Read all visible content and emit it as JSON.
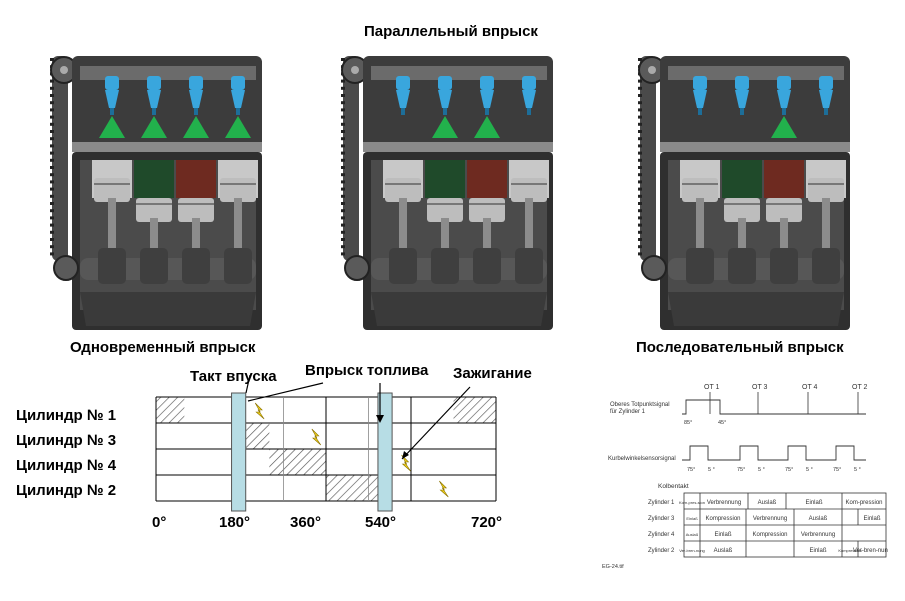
{
  "title_parallel": "Параллельный впрыск",
  "label_simultaneous": "Одновременный впрыск",
  "label_sequential": "Последовательный впрыск",
  "engines": [
    {
      "cylinder_colors": [
        "#c8c8c8",
        "#1f4a2a",
        "#6e2a20",
        "#c8c8c8"
      ],
      "injector_cones": [
        true,
        true,
        true,
        true
      ]
    },
    {
      "cylinder_colors": [
        "#c8c8c8",
        "#1f4a2a",
        "#6e2a20",
        "#c8c8c8"
      ],
      "injector_cones": [
        false,
        true,
        true,
        false
      ]
    },
    {
      "cylinder_colors": [
        "#c8c8c8",
        "#1f4a2a",
        "#6e2a20",
        "#c8c8c8"
      ],
      "injector_cones": [
        false,
        false,
        true,
        false
      ]
    }
  ],
  "timing": {
    "label_intake": "Такт впуска",
    "label_injection": "Впрыск топлива",
    "label_ignition": "Зажигание",
    "cylinders": [
      "Цилиндр № 1",
      "Цилиндр № 3",
      "Цилиндр № 4",
      "Цилиндр № 2"
    ],
    "angles": [
      "0°",
      "180°",
      "360°",
      "540°",
      "720°"
    ],
    "intake_hatch": [
      [
        0,
        60,
        630,
        720
      ],
      [
        180,
        240
      ],
      [
        240,
        360
      ],
      [
        360,
        480
      ]
    ]
  },
  "sensor": {
    "ot_labels": [
      "OT 1",
      "OT 3",
      "OT 4",
      "OT 2"
    ],
    "signal1_label": "Oberes Totpunktsignal für Zylinder 1",
    "signal2_label": "Kurbelwinkelsensorsignal",
    "angle_85": "85°",
    "angle_45": "45°",
    "angle_75": "75°",
    "angle_5": "5 °",
    "kolbentakt": "Kolbentakt",
    "rows": [
      {
        "name": "Zylinder 1",
        "cells": [
          "Kom-pres-sion",
          "Verbrennung",
          "Auslaß",
          "Einlaß",
          "Kom-pression"
        ]
      },
      {
        "name": "Zylinder 3",
        "cells": [
          "Einlaß",
          "Kompression",
          "Verbrennung",
          "Auslaß",
          "Einlaß"
        ]
      },
      {
        "name": "Zylinder 4",
        "cells": [
          "Auslaß",
          "Einlaß",
          "Kompression",
          "Verbrennung"
        ]
      },
      {
        "name": "Zylinder 2",
        "cells": [
          "Ver-bren-nung",
          "Auslaß",
          "Einlaß",
          "Kompression",
          "Ver-bren-nung"
        ]
      }
    ],
    "footnote": "EG-24.tif"
  },
  "colors": {
    "injector": "#39a6dd",
    "spray": "#22b14c",
    "injection_bar": "#b7dde5",
    "spark": "#f2d21b"
  }
}
